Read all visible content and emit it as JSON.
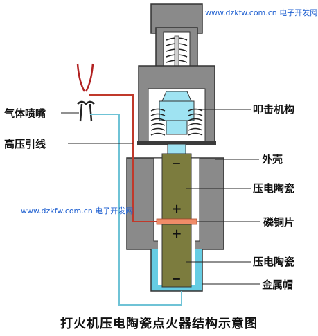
{
  "watermark_top": "www.dzkfw.com.cn 电子开发网",
  "watermark_mid": "www.dzkfw.com.cn 电子开发网",
  "labels": {
    "gas_nozzle": "气体喷嘴",
    "hv_lead": "高压引线",
    "striker": "叩击机构",
    "shell": "外壳",
    "piezo_top": "压电陶瓷",
    "bronze": "磷铜片",
    "piezo_bottom": "压电陶瓷",
    "metal_cap": "金属帽"
  },
  "polarity": {
    "top_minus": "−",
    "top_plus": "+",
    "bottom_plus": "+",
    "bottom_minus": "−"
  },
  "caption": "打火机压电陶瓷点火器结构示意图",
  "colors": {
    "housing": "#8a8a8a",
    "housing_dark": "#4d4d4d",
    "ceramic": "#7c7c3e",
    "striker": "#9fe3f2",
    "cap": "#66cde3",
    "bronze_plate": "#f08c68",
    "hv_wire": "#c0392b",
    "return_wire": "#6fc3d6",
    "nozzle": "#b22222"
  }
}
